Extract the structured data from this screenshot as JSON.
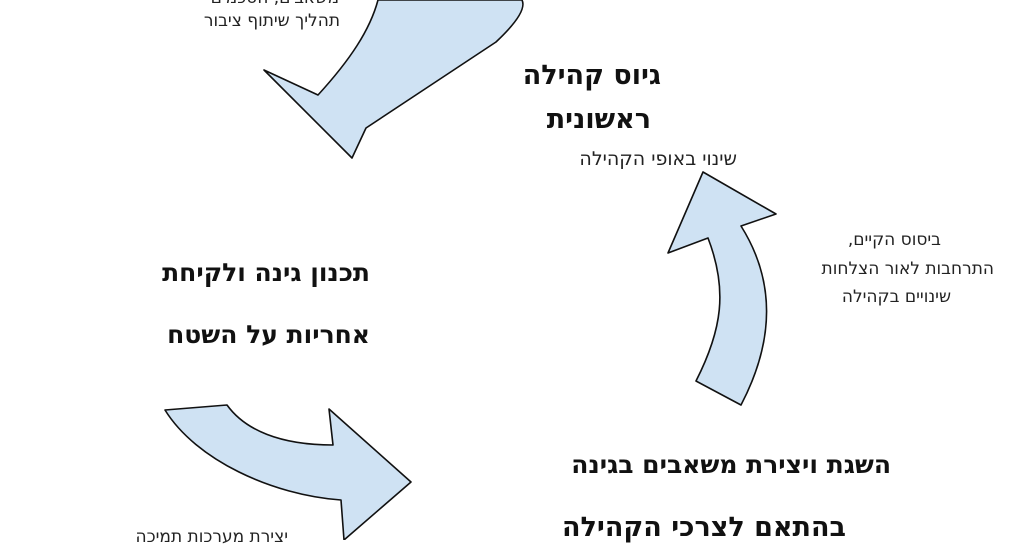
{
  "colors": {
    "arrow_fill": "#cfe2f3",
    "arrow_stroke": "#111111",
    "text": "#111111"
  },
  "top_left_note": {
    "line1": "משאבים, הסכמים",
    "line2": "תהליך שיתוף ציבור"
  },
  "stage_recruit": {
    "title_line1": "גיוס קהילה",
    "title_line2": "ראשונית",
    "subtitle": "שינוי באופי הקהילה"
  },
  "right_note": {
    "line1": "ביסוס הקיים,",
    "line2": "התרחבות לאור הצלחות",
    "line3": "שינויים בקהילה"
  },
  "stage_plan": {
    "line1": "תכנון גינה ולקיחת",
    "line2": "אחריות על השטח"
  },
  "stage_resources": {
    "line1": "השגת ויצירת משאבים בגינה",
    "line2": "בהתאם לצרכי הקהילה"
  },
  "bottom_left_note": {
    "line1": "יצירת מערכות תמיכה"
  },
  "arrows": [
    "arrow-top",
    "arrow-right",
    "arrow-bottom"
  ]
}
